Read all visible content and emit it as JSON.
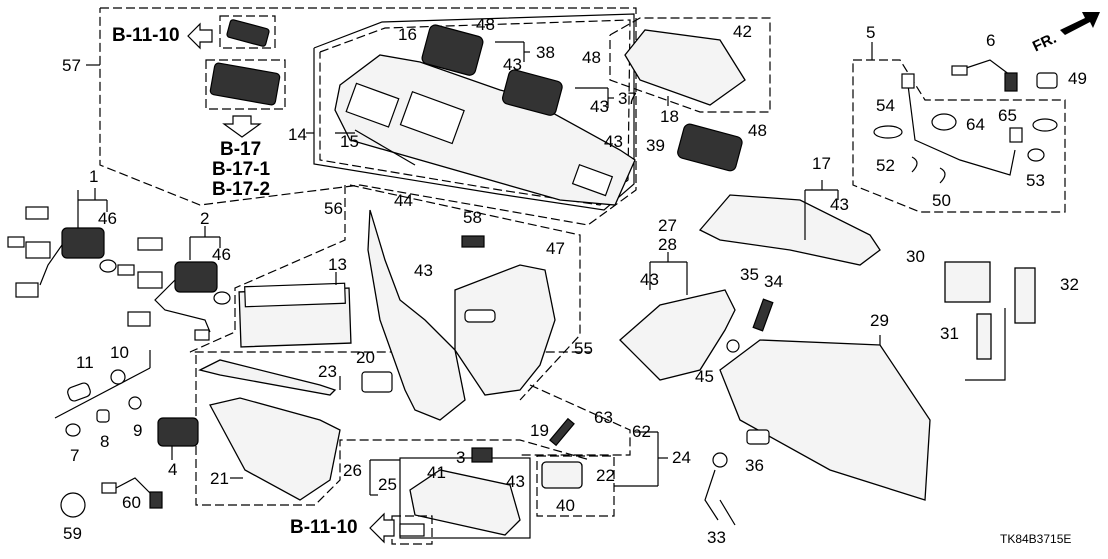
{
  "diagram": {
    "drawing_code": "TK84B3715E",
    "direction_label": "FR.",
    "references": {
      "top_left_arrow": "B-11-10",
      "down_arrow_lines": [
        "B-17",
        "B-17-1",
        "B-17-2"
      ],
      "bottom_arrow": "B-11-10"
    },
    "callouts": [
      {
        "id": "c57",
        "text": "57"
      },
      {
        "id": "c14",
        "text": "14"
      },
      {
        "id": "c15",
        "text": "15"
      },
      {
        "id": "c16",
        "text": "16"
      },
      {
        "id": "c48a",
        "text": "48"
      },
      {
        "id": "c38",
        "text": "38"
      },
      {
        "id": "c43a",
        "text": "43"
      },
      {
        "id": "c48b",
        "text": "48"
      },
      {
        "id": "c37",
        "text": "37"
      },
      {
        "id": "c43b",
        "text": "43"
      },
      {
        "id": "c43c",
        "text": "43"
      },
      {
        "id": "c42",
        "text": "42"
      },
      {
        "id": "c18",
        "text": "18"
      },
      {
        "id": "c39",
        "text": "39"
      },
      {
        "id": "c48c",
        "text": "48"
      },
      {
        "id": "c5",
        "text": "5"
      },
      {
        "id": "c6",
        "text": "6"
      },
      {
        "id": "c49",
        "text": "49"
      },
      {
        "id": "c54",
        "text": "54"
      },
      {
        "id": "c64",
        "text": "64"
      },
      {
        "id": "c65",
        "text": "65"
      },
      {
        "id": "c52",
        "text": "52"
      },
      {
        "id": "c53",
        "text": "53"
      },
      {
        "id": "c50",
        "text": "50"
      },
      {
        "id": "c1",
        "text": "1"
      },
      {
        "id": "c46a",
        "text": "46"
      },
      {
        "id": "c2",
        "text": "2"
      },
      {
        "id": "c46b",
        "text": "46"
      },
      {
        "id": "c56",
        "text": "56"
      },
      {
        "id": "c44",
        "text": "44"
      },
      {
        "id": "c58",
        "text": "58"
      },
      {
        "id": "c43d",
        "text": "43"
      },
      {
        "id": "c13",
        "text": "13"
      },
      {
        "id": "c47",
        "text": "47"
      },
      {
        "id": "c17",
        "text": "17"
      },
      {
        "id": "c43e",
        "text": "43"
      },
      {
        "id": "c27",
        "text": "27"
      },
      {
        "id": "c28",
        "text": "28"
      },
      {
        "id": "c43f",
        "text": "43"
      },
      {
        "id": "c35",
        "text": "35"
      },
      {
        "id": "c34",
        "text": "34"
      },
      {
        "id": "c30",
        "text": "30"
      },
      {
        "id": "c32",
        "text": "32"
      },
      {
        "id": "c29",
        "text": "29"
      },
      {
        "id": "c31",
        "text": "31"
      },
      {
        "id": "c45",
        "text": "45"
      },
      {
        "id": "c55",
        "text": "55"
      },
      {
        "id": "c11",
        "text": "11"
      },
      {
        "id": "c10",
        "text": "10"
      },
      {
        "id": "c7",
        "text": "7"
      },
      {
        "id": "c8",
        "text": "8"
      },
      {
        "id": "c9",
        "text": "9"
      },
      {
        "id": "c4",
        "text": "4"
      },
      {
        "id": "c20",
        "text": "20"
      },
      {
        "id": "c23",
        "text": "23"
      },
      {
        "id": "c21",
        "text": "21"
      },
      {
        "id": "c19",
        "text": "19"
      },
      {
        "id": "c63",
        "text": "63"
      },
      {
        "id": "c62",
        "text": "62"
      },
      {
        "id": "c24",
        "text": "24"
      },
      {
        "id": "c3",
        "text": "3"
      },
      {
        "id": "c26",
        "text": "26"
      },
      {
        "id": "c25",
        "text": "25"
      },
      {
        "id": "c41",
        "text": "41"
      },
      {
        "id": "c43g",
        "text": "43"
      },
      {
        "id": "c22",
        "text": "22"
      },
      {
        "id": "c40",
        "text": "40"
      },
      {
        "id": "c36",
        "text": "36"
      },
      {
        "id": "c33",
        "text": "33"
      },
      {
        "id": "c59",
        "text": "59"
      },
      {
        "id": "c60",
        "text": "60"
      }
    ]
  }
}
